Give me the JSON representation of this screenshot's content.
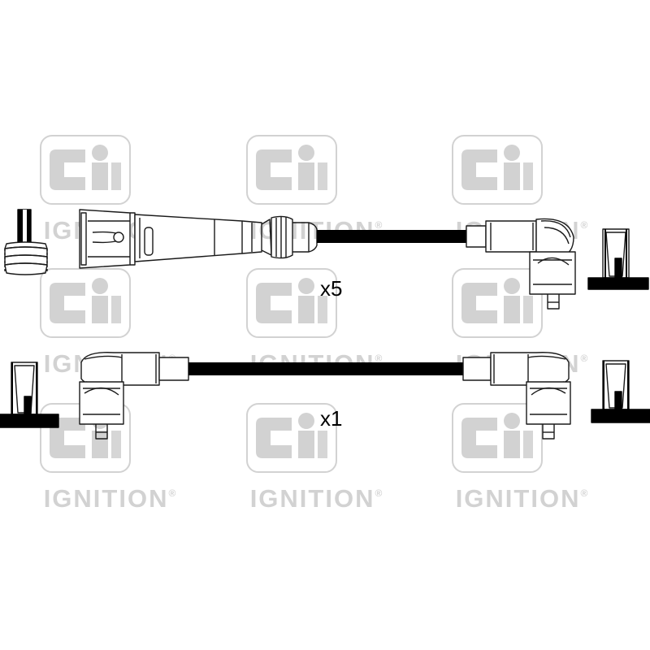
{
  "watermark": {
    "brand_text": "IGNITION",
    "registered_mark": "®",
    "logo_letters": "Ci",
    "color": "#d2d2d2"
  },
  "leads": [
    {
      "quantity_label": "x5",
      "ends": [
        "straight-spark-plug-boot",
        "right-angle-coil-boot"
      ]
    },
    {
      "quantity_label": "x1",
      "ends": [
        "right-angle-boot",
        "right-angle-boot"
      ]
    }
  ],
  "colors": {
    "lead": "#000000",
    "outline": "#1a1a1a",
    "background": "#ffffff"
  }
}
